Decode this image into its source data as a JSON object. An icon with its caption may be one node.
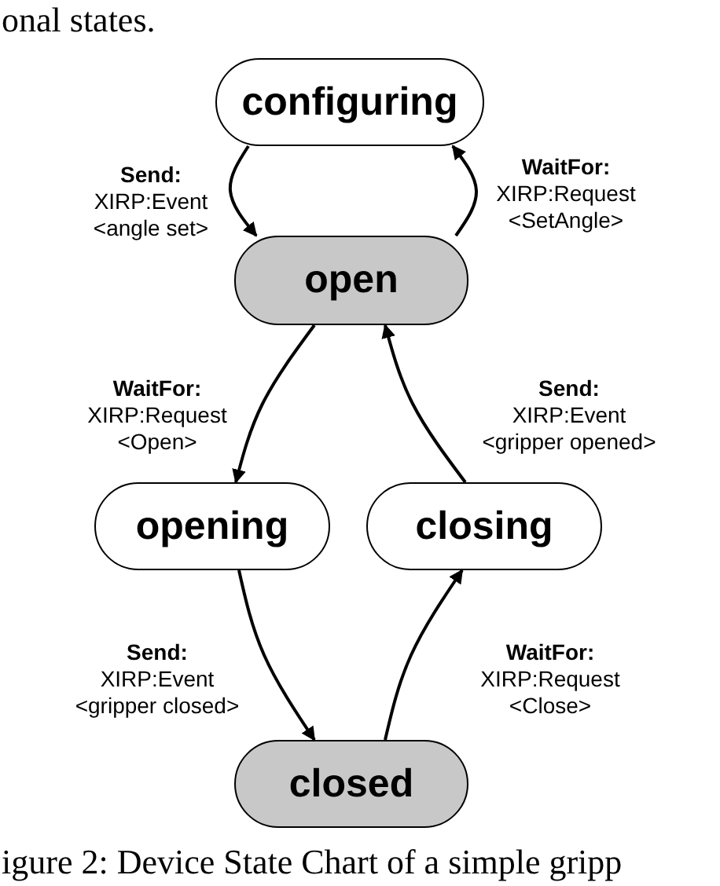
{
  "diagram": {
    "caption": "igure 2: Device State Chart of a simple gripp",
    "nodes": [
      {
        "text": [
          "configuring"
        ]
      },
      {
        "text": [
          "open"
        ]
      },
      {
        "text": [
          "opening"
        ]
      },
      {
        "text": [
          "closing"
        ]
      },
      {
        "text": [
          "closed"
        ]
      }
    ],
    "edges": [
      {
        "from": 0,
        "to": 1,
        "arrow": "to",
        "label": "**Send:** XIRP:Event <angle set>"
      },
      {
        "from": 1,
        "to": 0,
        "arrow": "to",
        "label": "**WaitFor:** XIRP:Request <SetAngle>"
      },
      {
        "from": 1,
        "to": 2,
        "arrow": "to",
        "label": "**WaitFor:** XIRP:Request <Open>"
      },
      {
        "from": 3,
        "to": 1,
        "arrow": "to",
        "label": "**Send:** XIRP:Event <gripper opened>"
      },
      {
        "from": 2,
        "to": 4,
        "arrow": "to",
        "label": "**Send:** XIRP:Event <gripper closed>"
      },
      {
        "from": 4,
        "to": 3,
        "arrow": "to",
        "label": "**WaitFor:** XIRP:Request <Close>"
      }
    ],
    "labels": [
      "onal states."
    ]
  }
}
